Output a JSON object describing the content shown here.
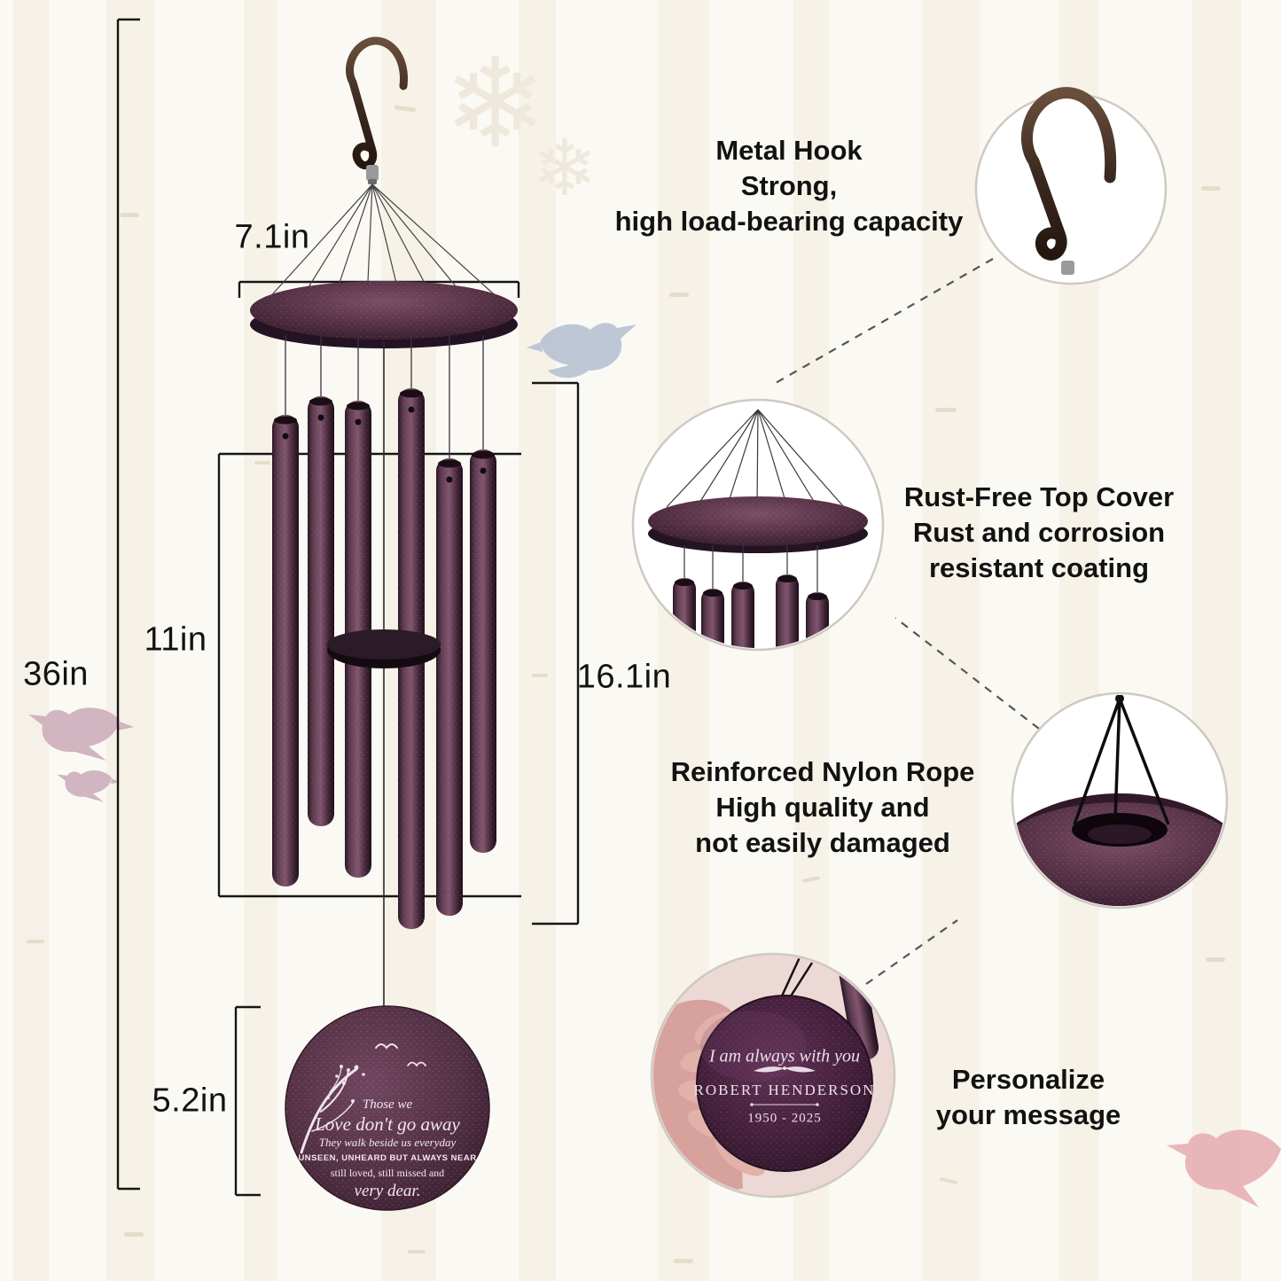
{
  "colors": {
    "background": "#fbf9f4",
    "chime_purple": "#5a3850",
    "hook_bronze": "#3c2a20",
    "text": "#121212",
    "callout_border": "#cfc9c1"
  },
  "dimensions": {
    "overall_height": "36in",
    "top_cover_width": "7.1in",
    "tube_length": "11in",
    "hanging_section": "16.1in",
    "sail_section": "5.2in"
  },
  "callouts": [
    {
      "lines": [
        "Metal Hook",
        "Strong,",
        "high load-bearing capacity"
      ]
    },
    {
      "lines": [
        "Rust-Free Top Cover",
        "Rust and corrosion",
        "resistant coating"
      ]
    },
    {
      "lines": [
        "Reinforced Nylon Rope",
        "High quality and",
        "not easily damaged"
      ]
    },
    {
      "lines": [
        "Personalize",
        "your message"
      ]
    }
  ],
  "sail": {
    "lines": [
      "Those we",
      "Love don't go away",
      "They walk beside us everyday",
      "UNSEEN, UNHEARD BUT ALWAYS NEAR",
      "still loved, still missed and",
      "very dear."
    ]
  },
  "personalized_disc": {
    "message": "I am always with you",
    "name": "ROBERT HENDERSON",
    "years": "1950 - 2025"
  },
  "decor": {
    "snowflake": "❄"
  }
}
